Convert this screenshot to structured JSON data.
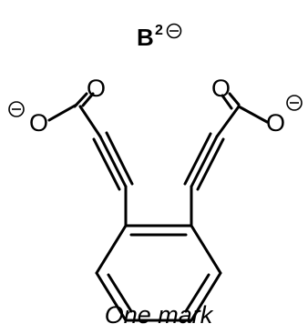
{
  "compound": {
    "label": "B",
    "charge": "2"
  },
  "atoms": {
    "oxygen": "O"
  },
  "caption": "One mark",
  "colors": {
    "ink": "#000000",
    "background": "#ffffff"
  }
}
